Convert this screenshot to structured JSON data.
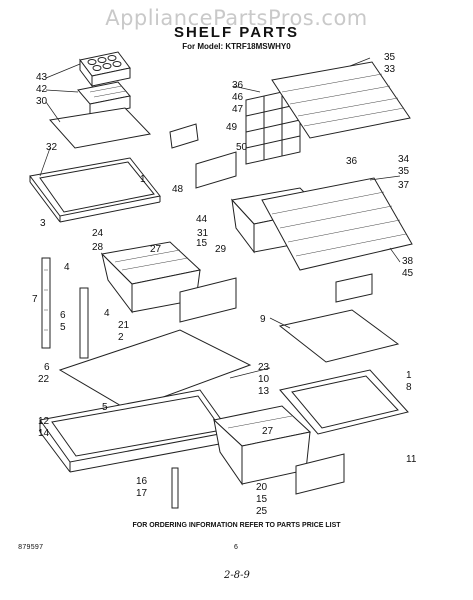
{
  "watermark": "AppliancePartsPros.com",
  "title": "SHELF PARTS",
  "model_line": "For Model: KTRF18MSWHY0",
  "footer_note": "FOR ORDERING INFORMATION REFER TO PARTS PRICE LIST",
  "doc_number": "879597",
  "page_number": "6",
  "handwritten_note": "2-8-9",
  "callouts": {
    "c43": "43",
    "c42": "42",
    "c30": "30",
    "c32": "32",
    "c1a": "1",
    "c24": "24",
    "c31": "31",
    "c28": "28",
    "c27a": "27",
    "c3": "3",
    "c7": "7",
    "c4a": "4",
    "c6a": "6",
    "c5a": "5",
    "c4b": "4",
    "c21": "21",
    "c2": "2",
    "c6b": "6",
    "c22": "22",
    "c5b": "5",
    "c12": "12",
    "c14": "14",
    "c16": "16",
    "c17": "17",
    "c36a": "36",
    "c46": "46",
    "c47": "47",
    "c49": "49",
    "c50": "50",
    "c48": "48",
    "c35a": "35",
    "c33": "33",
    "c44": "44",
    "c15a": "15",
    "c29": "29",
    "c34": "34",
    "c36b": "36",
    "c35b": "35",
    "c37": "37",
    "c38": "38",
    "c45": "45",
    "c9": "9",
    "c1b": "1",
    "c8": "8",
    "c11": "11",
    "c23": "23",
    "c10": "10",
    "c13": "13",
    "c27b": "27",
    "c20": "20",
    "c15b": "15",
    "c25": "25"
  }
}
